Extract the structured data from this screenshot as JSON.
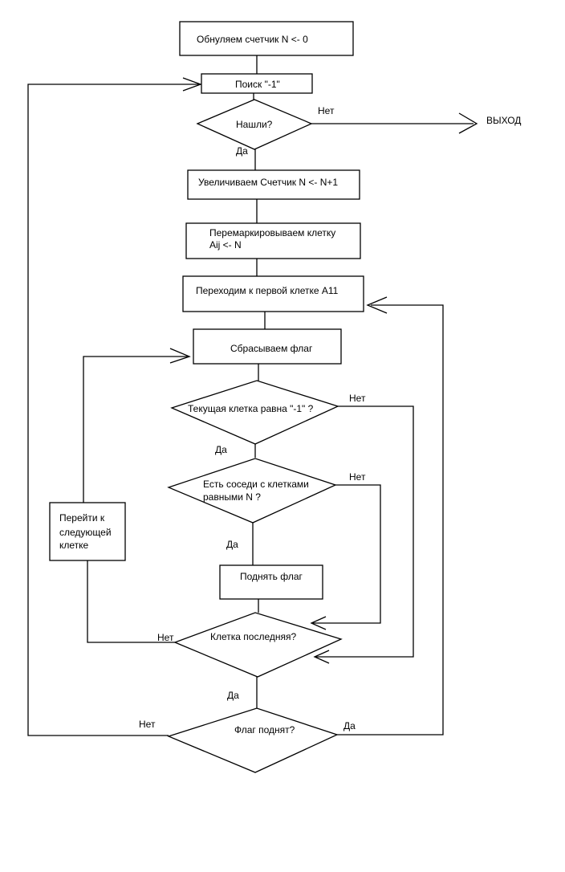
{
  "nodes": {
    "reset_counter": "Обнуляем счетчик  N <- 0",
    "search": "Поиск \"-1\"",
    "found": "Нашли?",
    "increment": "Увеличиваем Счетчик  N <- N+1",
    "remark_line1": "Перемаркировываем клетку",
    "remark_line2": "Aij <- N",
    "first_cell": "Переходим к первой клетке А11",
    "reset_flag": "Сбрасываем флаг",
    "cell_equals": "Текущая клетка равна \"-1\" ?",
    "neighbors_line1": "Есть соседи с клетками",
    "neighbors_line2": "равными N ?",
    "raise_flag": "Поднять флаг",
    "next_line1": "Перейти к",
    "next_line2": "следующей",
    "next_line3": "клетке",
    "last_cell": "Клетка последняя?",
    "flag_raised": "Флаг поднят?",
    "exit": "ВЫХОД"
  },
  "labels": {
    "yes": "Да",
    "no": "Нет"
  }
}
